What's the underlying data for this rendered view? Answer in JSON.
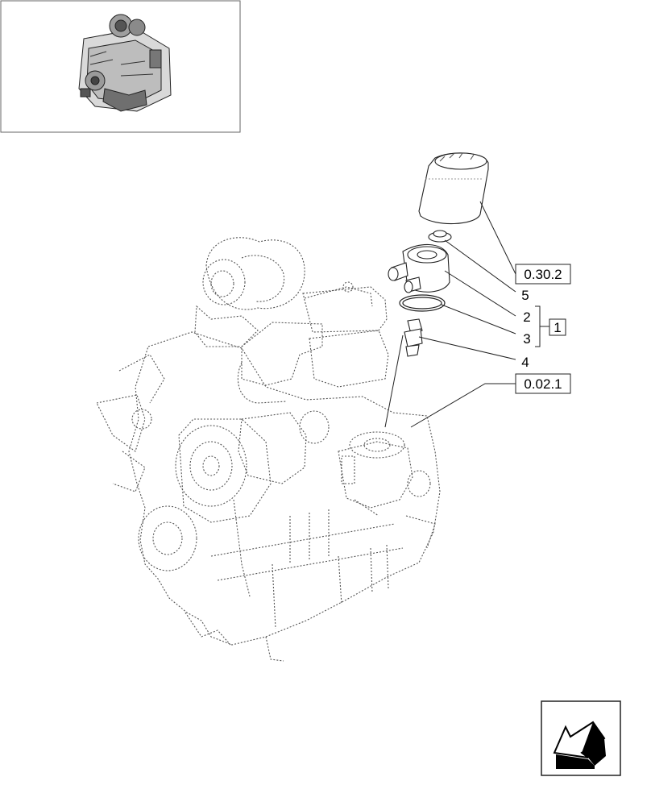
{
  "diagram": {
    "thumbnail": {
      "icon": "engine-thumbnail-icon"
    },
    "main_illustration": {
      "icon": "engine-exploded-view-icon"
    },
    "callouts": {
      "ref_0_30_2": "0.30.2",
      "ref_0_02_1": "0.02.1",
      "item_5": "5",
      "item_2": "2",
      "item_3": "3",
      "item_4": "4",
      "group_1": "1"
    },
    "nav": {
      "icon": "previous-page-arrow-icon"
    }
  }
}
